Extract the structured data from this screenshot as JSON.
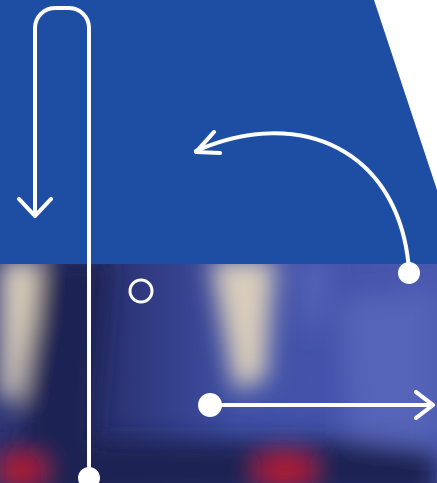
{
  "colors": {
    "background": "#ffffff",
    "brand_blue": "#1e4ea3",
    "photo_dark": "#1c2152",
    "photo_mid": "#3c4aa0",
    "photo_light": "#5563b8",
    "photo_highlight": "#d9cdbb",
    "photo_accent_red": "#b81c2c",
    "line": "#ffffff"
  },
  "graphics": {
    "top_panel": "blue-trapezoid",
    "bottom_panel": "blurred-photo",
    "arrows": [
      "down-arrow",
      "curved-arrow",
      "right-arrow"
    ],
    "markers": [
      "hollow-circle",
      "dot"
    ]
  }
}
